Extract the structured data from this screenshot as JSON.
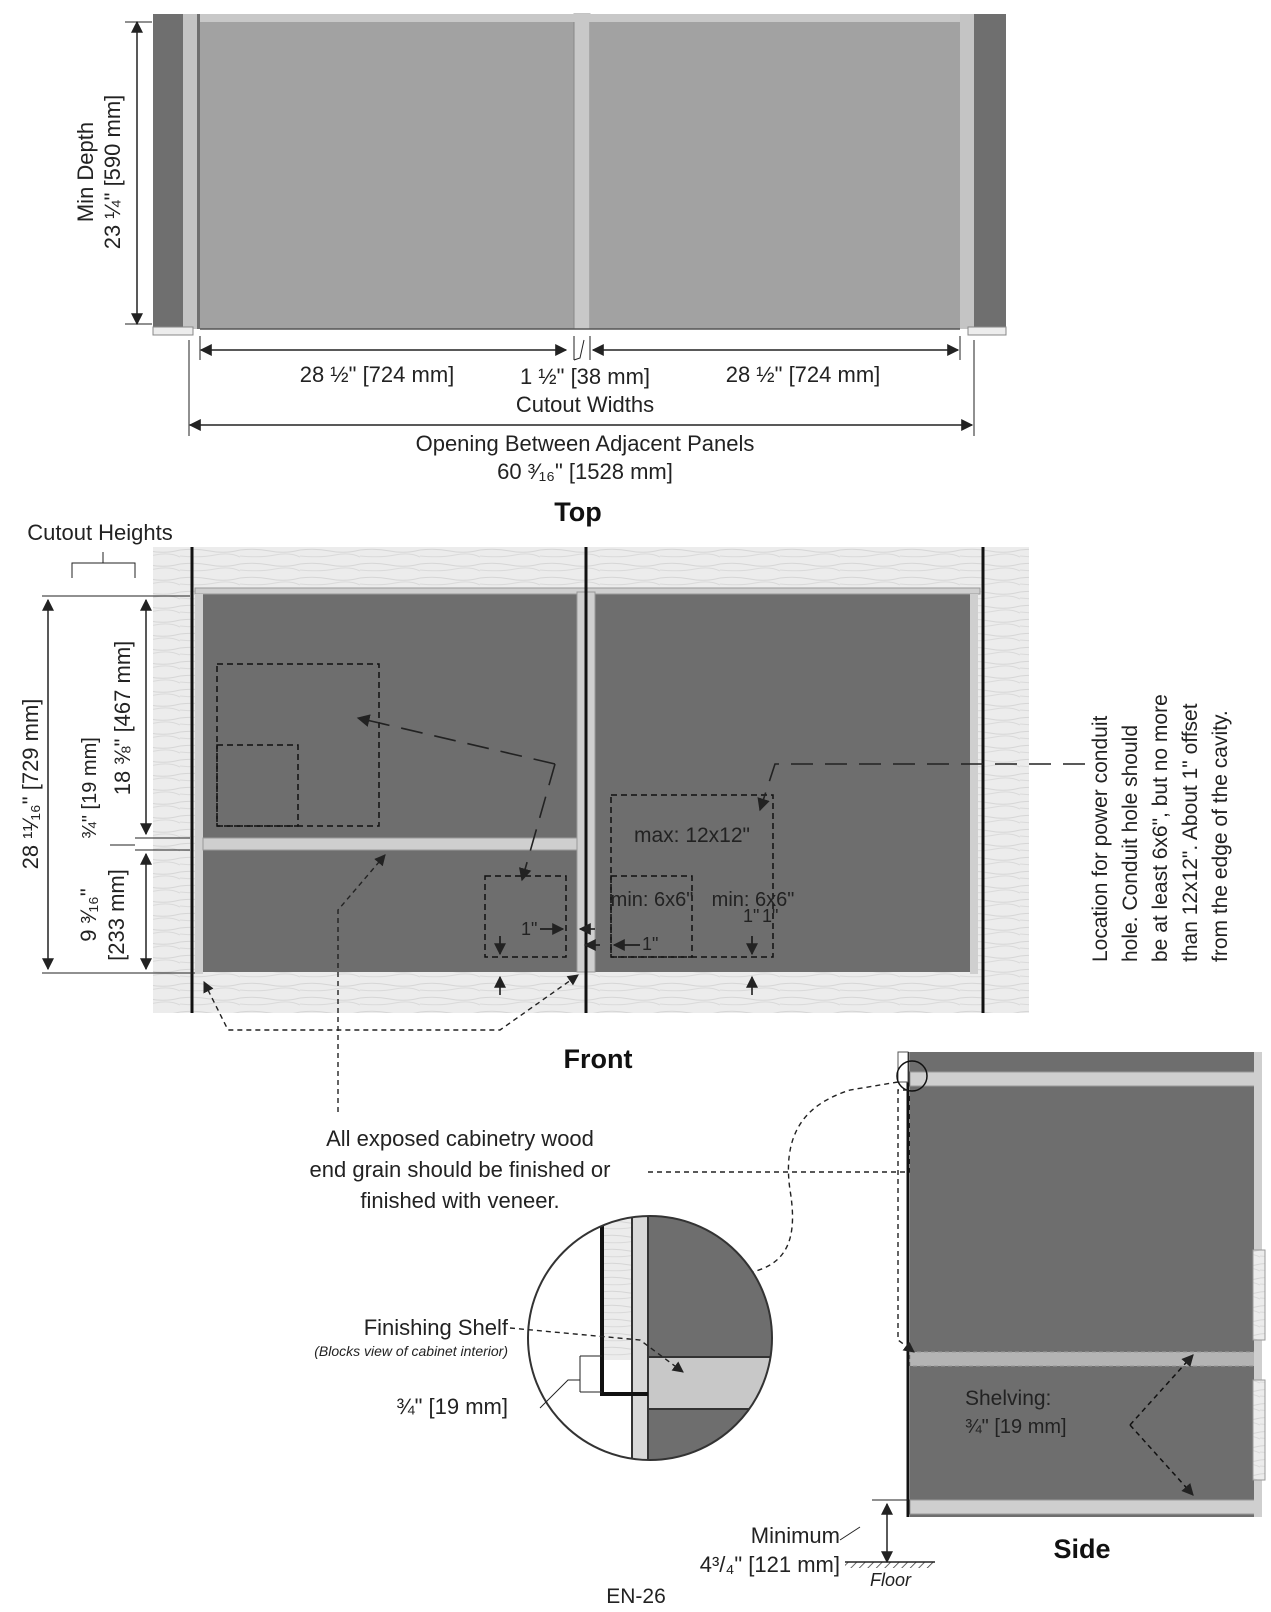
{
  "top_view": {
    "title": "Top",
    "min_depth_label": "Min Depth",
    "min_depth_value": "23 ¼\" [590 mm]",
    "cutout_left": "28 ½\" [724 mm]",
    "cutout_middle": "1 ½\" [38 mm]",
    "cutout_right": "28 ½\" [724 mm]",
    "cutout_widths_label": "Cutout Widths",
    "opening_label": "Opening Between Adjacent Panels",
    "opening_value": "60 ³⁄₁₆\" [1528 mm]"
  },
  "front_view": {
    "title": "Front",
    "cutout_heights_label": "Cutout Heights",
    "overall_height": "28 ¹¹⁄₁₆\" [729 mm]",
    "upper_height": "18 ⅜\" [467 mm]",
    "shelf_thickness": "¾\" [19 mm]",
    "lower_height_a": "9 ³⁄₁₆\"",
    "lower_height_b": "[233 mm]",
    "max_label": "max: 12x12\"",
    "min_label_1": "min: 6x6\"",
    "min_label_2": "min: 6x6\"",
    "offset_1": "1\"",
    "offset_2": "1\"",
    "offset_3": "1\"",
    "offset_4": "1\"",
    "conduit_note": [
      "Location for power conduit",
      "hole. Conduit hole should",
      "be at least 6x6\", but no more",
      "than 12x12\". About 1\" offset",
      "from the edge of the cavity."
    ]
  },
  "end_grain_note": [
    "All exposed cabinetry wood",
    "end grain should be finished or",
    "finished with veneer."
  ],
  "detail": {
    "finishing_shelf": "Finishing Shelf",
    "finishing_shelf_sub": "(Blocks view of cabinet interior)",
    "thickness": "¾\" [19 mm]"
  },
  "side_view": {
    "title": "Side",
    "shelving_label": "Shelving:",
    "shelving_value": "¾\" [19 mm]",
    "minimum_label": "Minimum",
    "minimum_value": "4³/₄\" [121 mm]",
    "floor_label": "Floor"
  },
  "page_number": "EN-26",
  "colors": {
    "cavity_dark": "#6e6e6e",
    "top_fill": "#a2a2a2",
    "panel_light": "#c8c8c8",
    "wall_grain": "#e7e7e7"
  }
}
